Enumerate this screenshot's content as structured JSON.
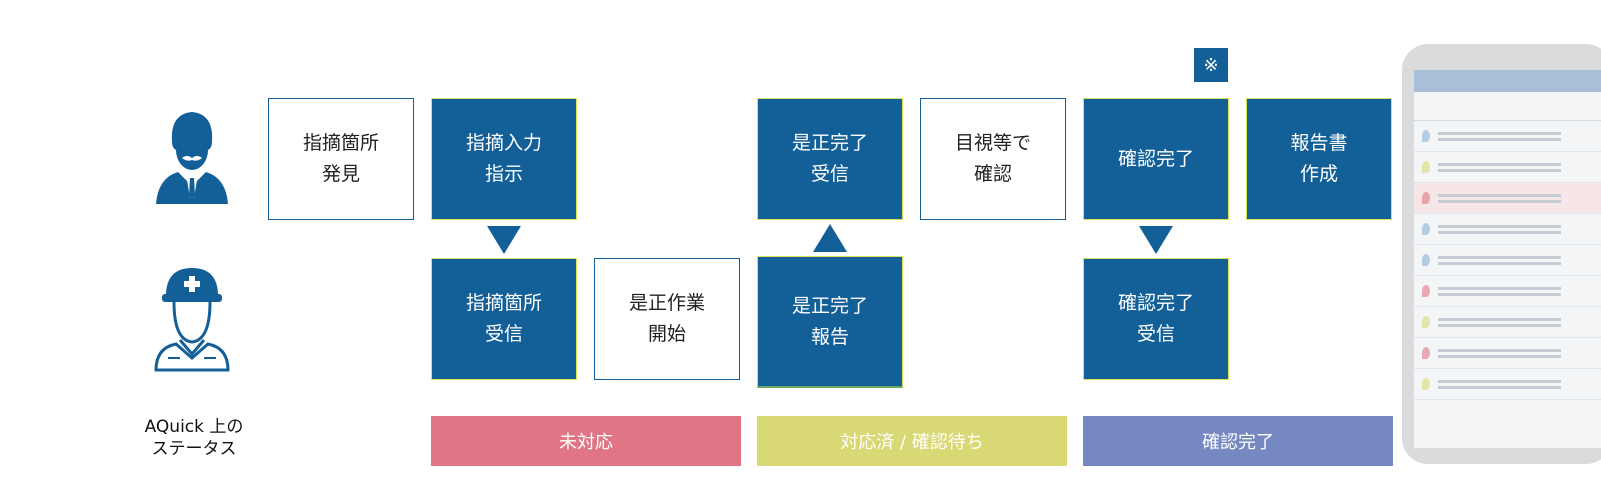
{
  "note_mark": "※",
  "top_row": {
    "find": "指摘箇所\n発見",
    "instruct": "指摘入力\n指示",
    "fix_done_received": "是正完了\n受信",
    "visual_check": "目視等で\n確認",
    "confirm_done": "確認完了",
    "report_create": "報告書\n作成"
  },
  "bottom_row": {
    "received": "指摘箇所\n受信",
    "start_work": "是正作業\n開始",
    "fix_report": "是正完了\n報告",
    "confirm_received": "確認完了\n受信"
  },
  "status_legend": "AQuick 上の\nステータス",
  "status_bars": {
    "pending": "未対応",
    "waiting": "対応済 / 確認待ち",
    "done": "確認完了"
  },
  "colors": {
    "box_blue": "#135f98",
    "pending": "#e07685",
    "waiting": "#d8d874",
    "done": "#7588c2"
  },
  "icons": [
    "manager-icon",
    "worker-icon",
    "tablet-screen-image"
  ]
}
